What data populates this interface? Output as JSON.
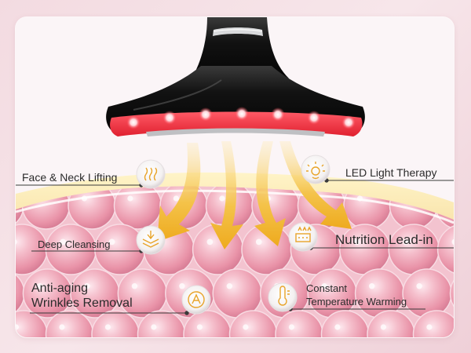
{
  "features": {
    "face_neck": "Face & Neck Lifting",
    "led": "LED Light Therapy",
    "cleansing": "Deep Cleansing",
    "nutrition": "Nutrition Lead-in",
    "antiaging_1": "Anti-aging",
    "antiaging_2": "Wrinkles Removal",
    "warming_1": "Constant",
    "warming_2": "Temperature Warming"
  },
  "icons": {
    "face_neck": "lift-waves-icon",
    "led": "light-bulb-icon",
    "cleansing": "cleansing-layers-icon",
    "nutrition": "nutrition-drops-icon",
    "antiaging": "letter-a-icon",
    "warming": "thermometer-icon"
  },
  "colors": {
    "led_red": "#ff3b4a",
    "device_black": "#161616",
    "arrow_gold": "#f2b52a",
    "skin_pink": "#f2b8c6"
  }
}
